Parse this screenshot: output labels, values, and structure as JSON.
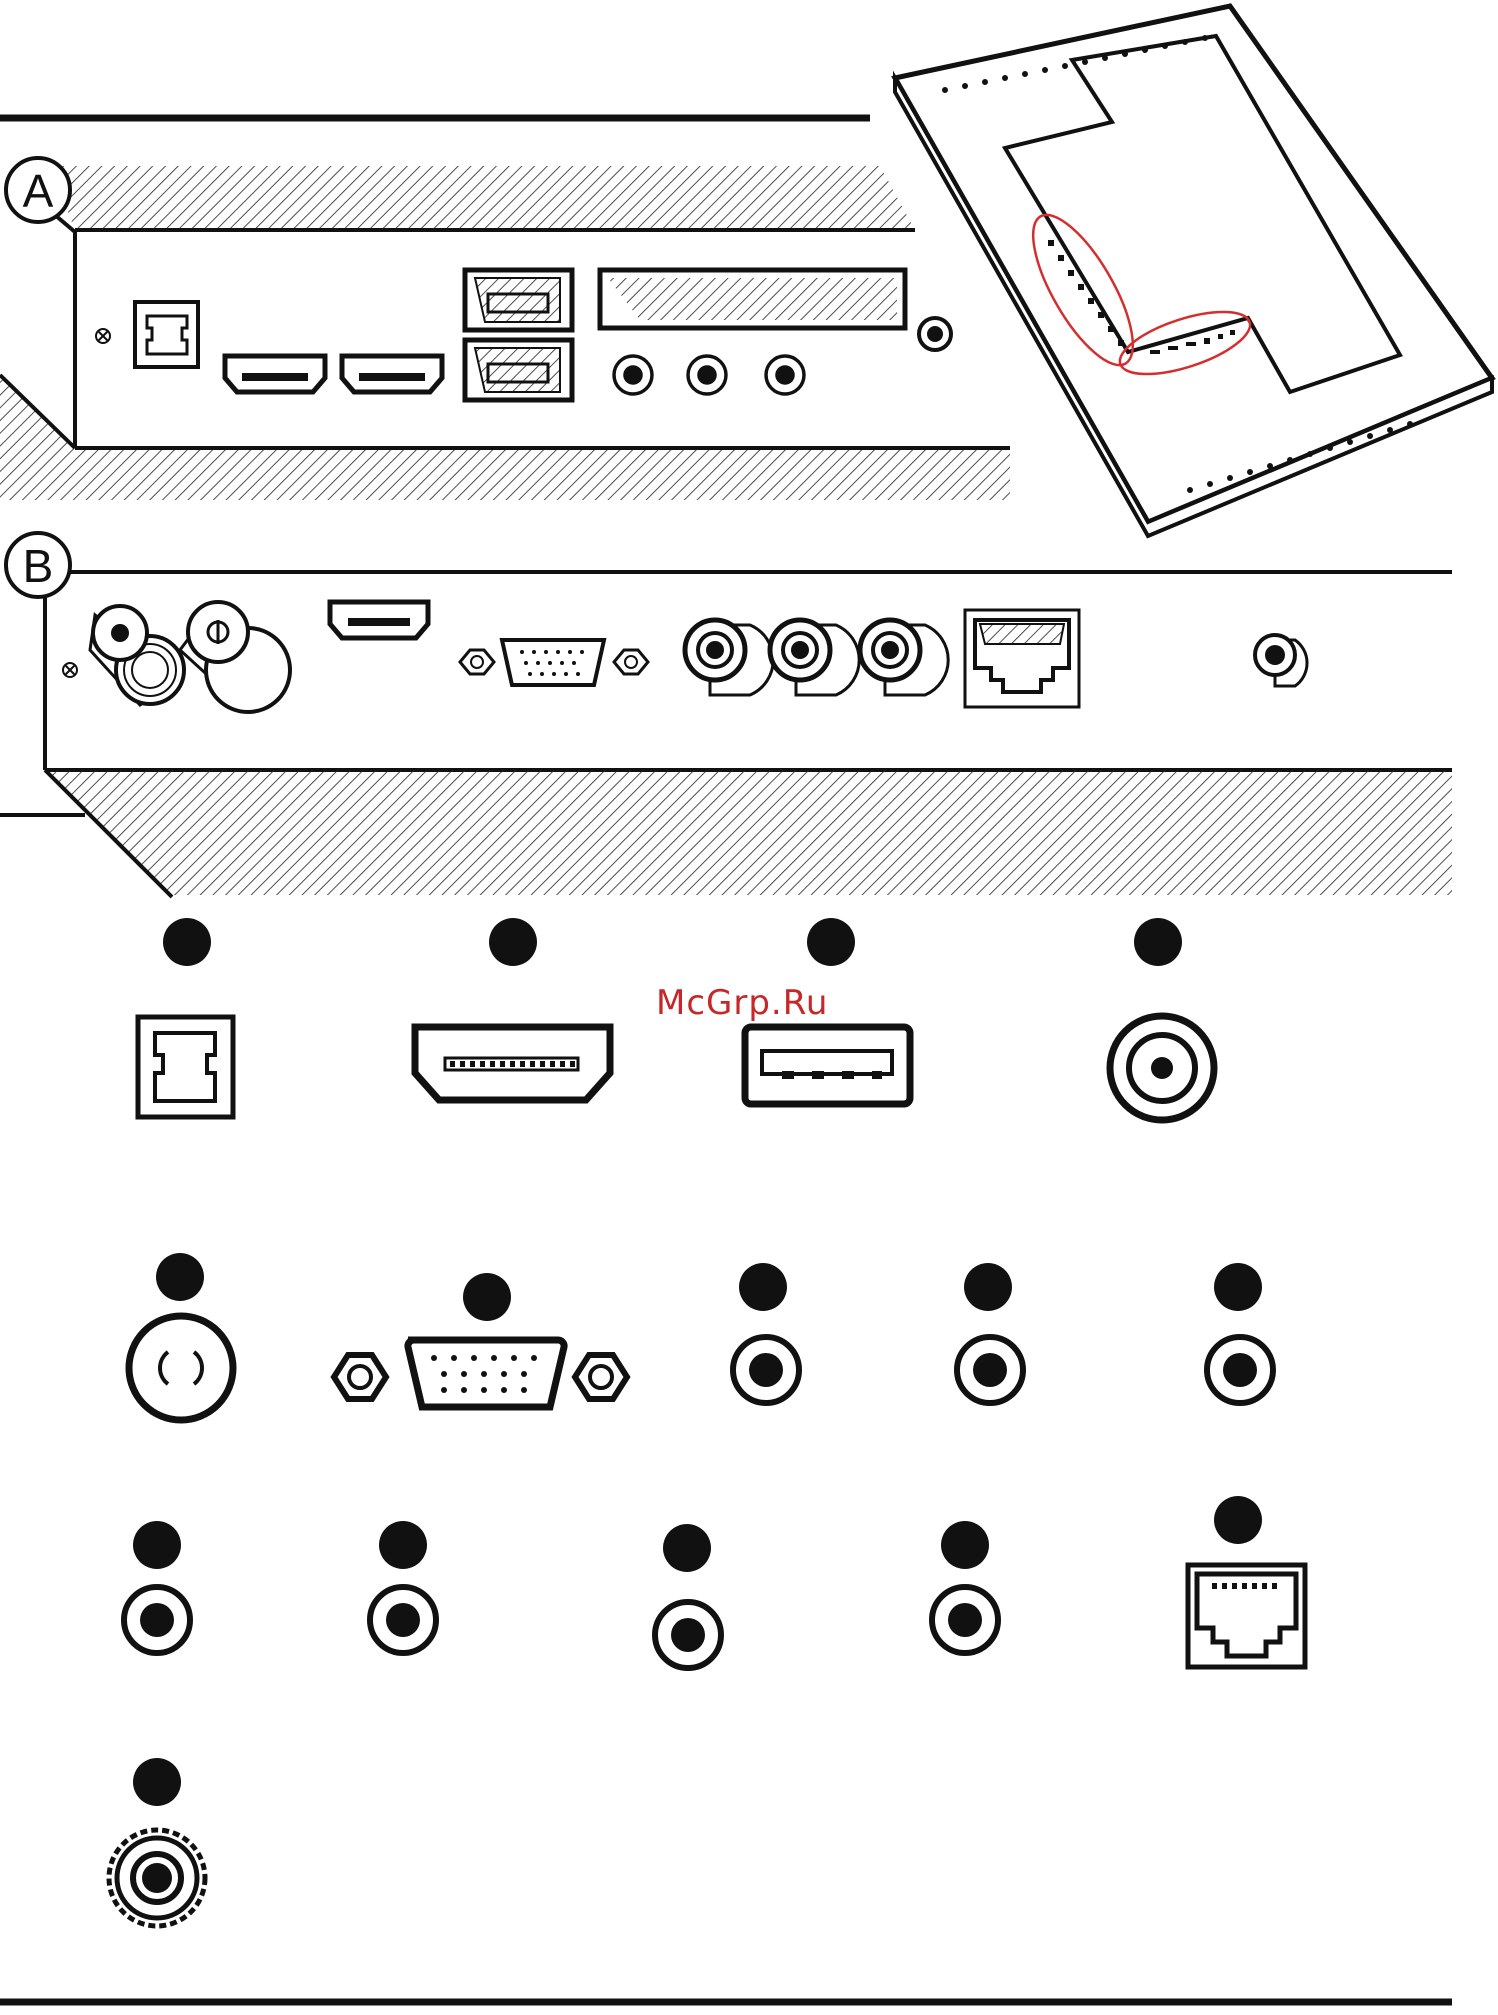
{
  "panels": [
    {
      "id": "A",
      "label": "A"
    },
    {
      "id": "B",
      "label": "B"
    }
  ],
  "watermark": "McGrp.Ru",
  "legend": [
    {
      "icon": "optical-audio-icon"
    },
    {
      "icon": "hdmi-icon"
    },
    {
      "icon": "usb-icon"
    },
    {
      "icon": "antenna-coax-icon"
    },
    {
      "icon": "satellite-icon"
    },
    {
      "icon": "vga-icon"
    },
    {
      "icon": "rca-jack-icon"
    },
    {
      "icon": "rca-jack-icon"
    },
    {
      "icon": "rca-jack-icon"
    },
    {
      "icon": "rca-jack-icon"
    },
    {
      "icon": "rca-jack-icon"
    },
    {
      "icon": "rca-jack-icon"
    },
    {
      "icon": "rca-jack-icon"
    },
    {
      "icon": "ethernet-icon"
    },
    {
      "icon": "headphone-jack-icon"
    }
  ],
  "colors": {
    "ink": "#111111",
    "highlight": "#d32f2f",
    "watermark": "#c62828"
  }
}
